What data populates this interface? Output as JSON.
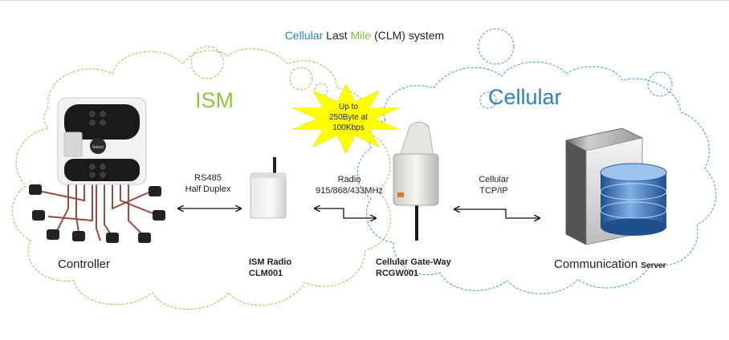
{
  "title": {
    "part1": "Cellular",
    "part2": "Last",
    "part3": "Mile",
    "part4": "(CLM) system"
  },
  "regions": {
    "ism": "ISM",
    "cellular": "Cellular"
  },
  "burst": {
    "line1": "Up to",
    "line2": "250Byte at",
    "line3": "100Kbps"
  },
  "links": {
    "rs485": {
      "line1": "RS485",
      "line2": "Half Duplex"
    },
    "radio": {
      "line1": "Radio",
      "line2": "915/868/433MHz"
    },
    "cellular": {
      "line1": "Cellular",
      "line2": "TCP/IP"
    }
  },
  "devices": {
    "controller": {
      "name": "Controller",
      "keypad_button": "Select"
    },
    "ism_radio": {
      "line1": "ISM Radio",
      "line2": "CLM001"
    },
    "gateway": {
      "line1": "Cellular Gate-Way",
      "line2": "RCGW001"
    },
    "server": {
      "name": "Communication",
      "suffix": "Server"
    }
  },
  "colors": {
    "ism_green": "#8cc63f",
    "cellular_blue": "#2f7fc1",
    "burst_yellow": "#ffff00"
  }
}
